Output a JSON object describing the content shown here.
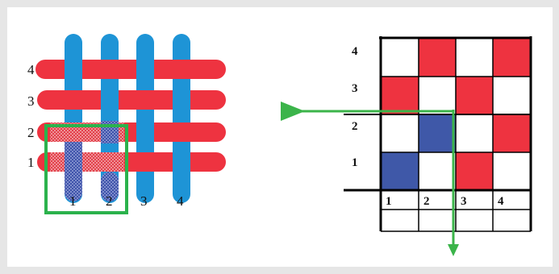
{
  "weave": {
    "row_labels": [
      "4",
      "3",
      "2",
      "1"
    ],
    "col_labels": [
      "1",
      "2",
      "3",
      "4"
    ],
    "colors": {
      "warp": "#1e94d6",
      "weft": "#ee3340",
      "frame": "#2bb24c",
      "hatch_red": "#f28a8f",
      "hatch_blue": "#4c5fb5"
    }
  },
  "grid": {
    "row_labels": [
      "4",
      "3",
      "2",
      "1"
    ],
    "col_labels": [
      "1",
      "2",
      "3",
      "4"
    ],
    "cells": [
      [
        "white",
        "red",
        "white",
        "red"
      ],
      [
        "red",
        "white",
        "red",
        "white"
      ],
      [
        "white",
        "blue",
        "white",
        "red"
      ],
      [
        "blue",
        "white",
        "red",
        "white"
      ]
    ],
    "colors": {
      "red": "#ee3340",
      "blue": "#3f58a8",
      "white": "#ffffff",
      "arrow": "#3bb44a"
    }
  }
}
